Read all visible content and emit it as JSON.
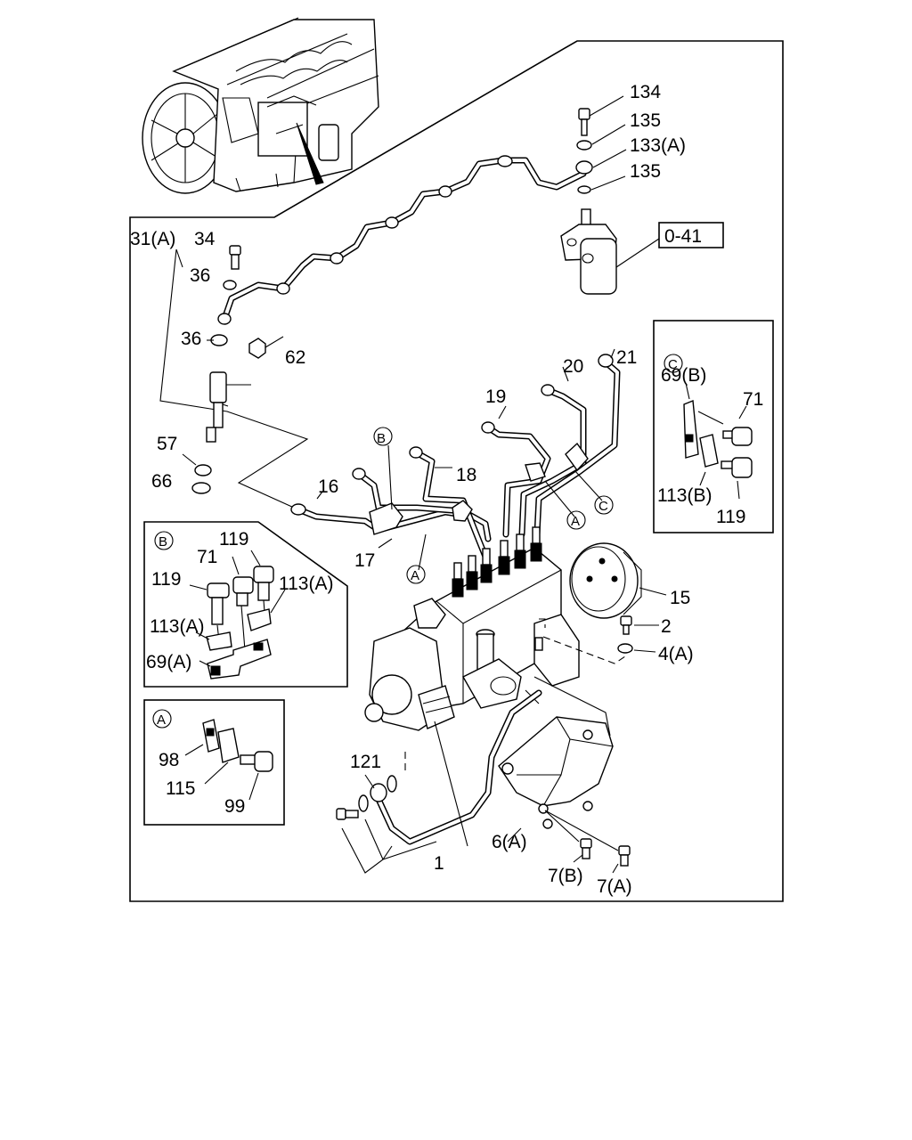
{
  "callouts": {
    "c134": "134",
    "c135a": "135",
    "c133a": "133(A)",
    "c135b": "135",
    "ref041": "0-41",
    "c31a": "31(A)",
    "c34": "34",
    "c36a": "36",
    "c36b": "36",
    "c62": "62",
    "c57": "57",
    "c66": "66",
    "c21": "21",
    "c20": "20",
    "c19": "19",
    "c18": "18",
    "c16": "16",
    "c17": "17",
    "c15": "15",
    "c2": "2",
    "c4a": "4(A)",
    "c121": "121",
    "c1": "1",
    "c6a": "6(A)",
    "c7b": "7(B)",
    "c7a": "7(A)"
  },
  "circle_refs": {
    "a": "A",
    "b": "B",
    "c": "C"
  },
  "inset_b": {
    "tag": "B",
    "labels": {
      "l119a": "119",
      "l71": "71",
      "l119b": "119",
      "l113a1": "113(A)",
      "l113a2": "113(A)",
      "l69a": "69(A)"
    }
  },
  "inset_a": {
    "tag": "A",
    "labels": {
      "l98": "98",
      "l115": "115",
      "l99": "99"
    }
  },
  "inset_c": {
    "tag": "C",
    "labels": {
      "l69b": "69(B)",
      "l71": "71",
      "l113b": "113(B)",
      "l119": "119"
    }
  }
}
